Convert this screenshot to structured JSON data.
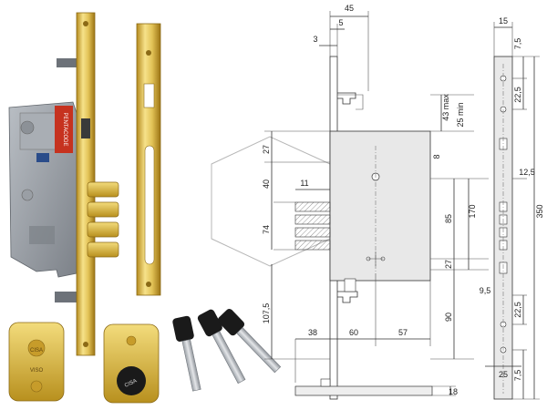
{
  "product": {
    "brand_label": "CISA",
    "case_side_label": "PENTACODE",
    "plate_text": "VISO"
  },
  "drawing": {
    "dims_top": {
      "overall": "45",
      "face": "5",
      "offset": "3"
    },
    "dims_right_of_case": {
      "depth_max": "43 max",
      "depth_min": "25 min",
      "spindle": "8",
      "handle_to_key": "85",
      "height_170": "170",
      "key_to_bolt": "27",
      "bottom": "90"
    },
    "dims_left": {
      "top": "27",
      "bolt_spacing": "40",
      "bolt_width": "11",
      "bolt_group": "74",
      "lower": "107,5"
    },
    "dims_bottom": {
      "backset": "38",
      "c1": "60",
      "c2": "57"
    },
    "faceplate": {
      "width": "15",
      "top_off": "7,5",
      "screw1": "22,5",
      "mid": "12,5",
      "length": "350",
      "low1": "9,5",
      "low2": "22,5",
      "bottom_w": "25",
      "bottom_off": "7,5"
    },
    "bottom_dim": "18"
  }
}
